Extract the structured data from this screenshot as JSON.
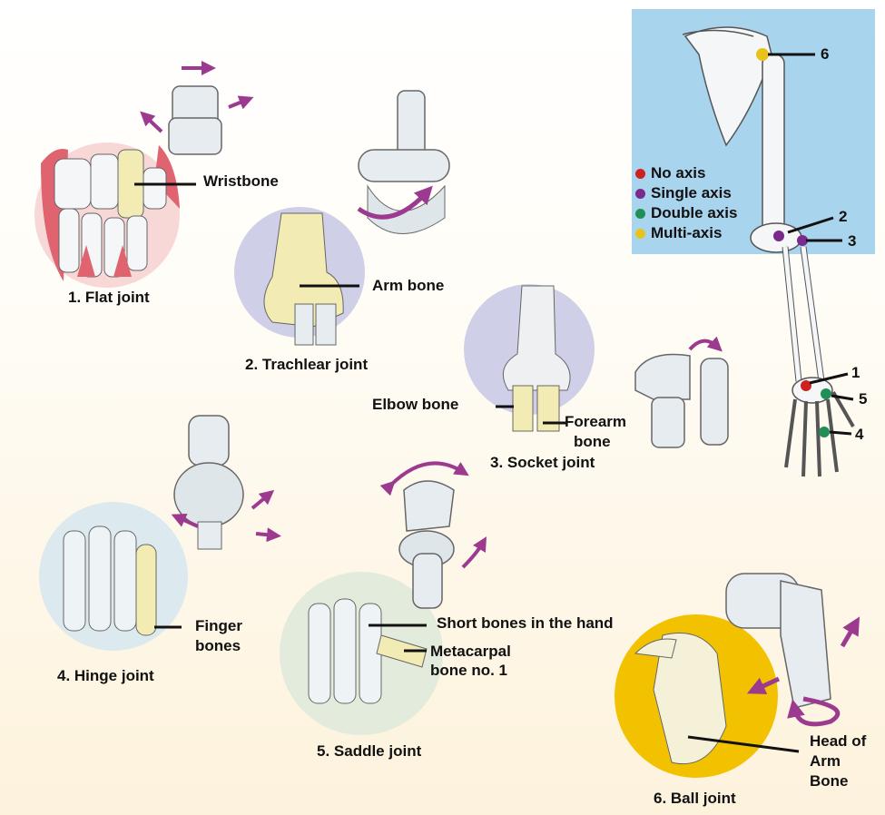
{
  "legend": [
    {
      "label": "No axis",
      "color": "#cc2222"
    },
    {
      "label": "Single axis",
      "color": "#7a2a8c"
    },
    {
      "label": "Double axis",
      "color": "#1f8f55"
    },
    {
      "label": "Multi-axis",
      "color": "#e8c41a"
    }
  ],
  "joints": {
    "flat": {
      "caption": "1. Flat joint",
      "label": "Wristbone"
    },
    "trachlear": {
      "caption": "2. Trachlear joint",
      "label": "Arm bone"
    },
    "socket": {
      "caption": "3. Socket joint",
      "label_elbow": "Elbow bone",
      "label_forearm_1": "Forearm",
      "label_forearm_2": "bone"
    },
    "hinge": {
      "caption": "4. Hinge joint",
      "label_1": "Finger",
      "label_2": "bones"
    },
    "saddle": {
      "caption": "5. Saddle joint",
      "label_short": "Short bones in the hand",
      "label_meta_1": "Metacarpal",
      "label_meta_2": "bone no. 1"
    },
    "ball": {
      "caption": "6. Ball joint",
      "label_1": "Head of",
      "label_2": "Arm",
      "label_3": "Bone"
    }
  },
  "arm_numbers": [
    "1",
    "2",
    "3",
    "4",
    "5",
    "6"
  ]
}
